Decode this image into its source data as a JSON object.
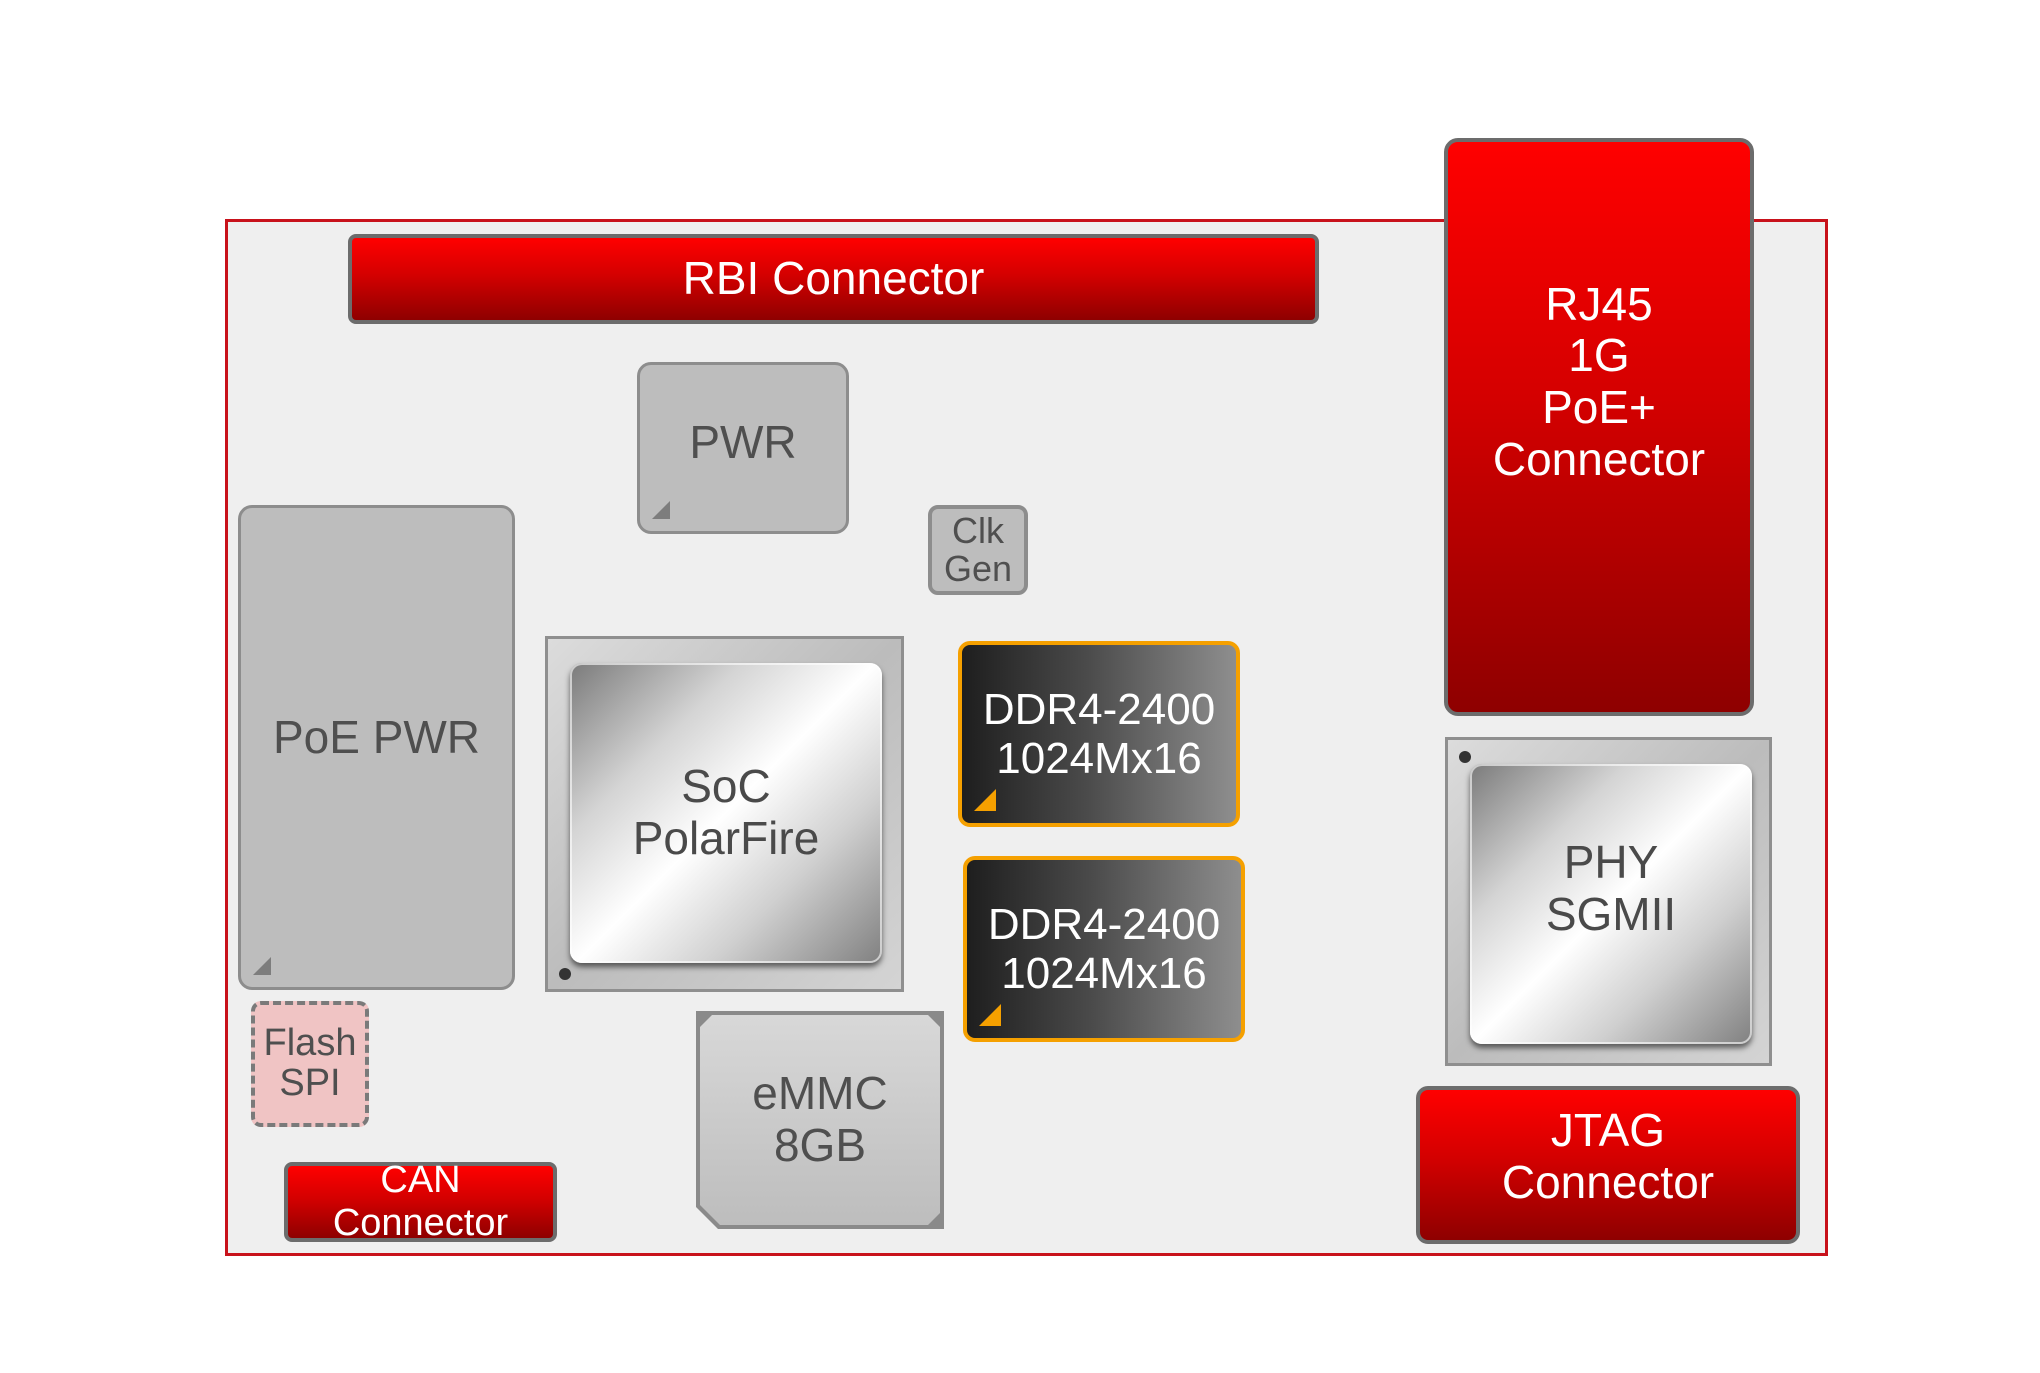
{
  "board": {
    "rbi_connector": "RBI  Connector",
    "rj45_connector": "RJ45\n1G\nPoE+\nConnector",
    "pwr": "PWR",
    "clk_gen": "Clk\nGen",
    "poe_pwr": "PoE PWR",
    "soc": "SoC\nPolarFire",
    "ddr4_top": "DDR4-2400\n1024Mx16",
    "ddr4_bottom": "DDR4-2400\n1024Mx16",
    "phy": "PHY\nSGMII",
    "flash_spi": "Flash\nSPI",
    "emmc": "eMMC\n8GB",
    "can_connector": "CAN Connector",
    "jtag_connector": "JTAG\nConnector"
  },
  "colors": {
    "board_border": "#c8121b",
    "board_fill": "#efefef",
    "connector_red": "#d40000",
    "ddr_outline": "#f5a000",
    "flash_fill": "#f0c4c4"
  }
}
